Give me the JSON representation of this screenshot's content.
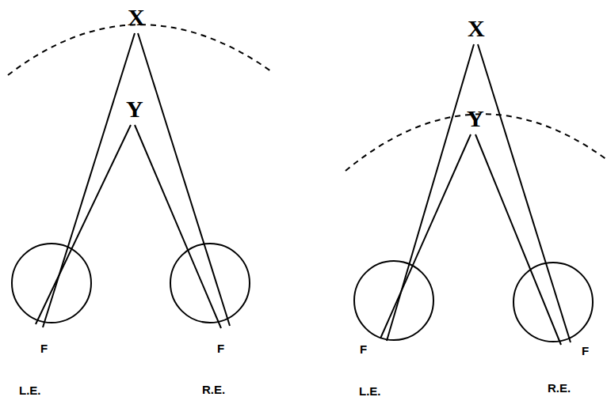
{
  "diagram": {
    "labels": [
      "X",
      "Y",
      "F",
      "F",
      "L.E.",
      "R.E.",
      "X",
      "Y",
      "F",
      "F",
      "L.E.",
      "R.E."
    ]
  }
}
